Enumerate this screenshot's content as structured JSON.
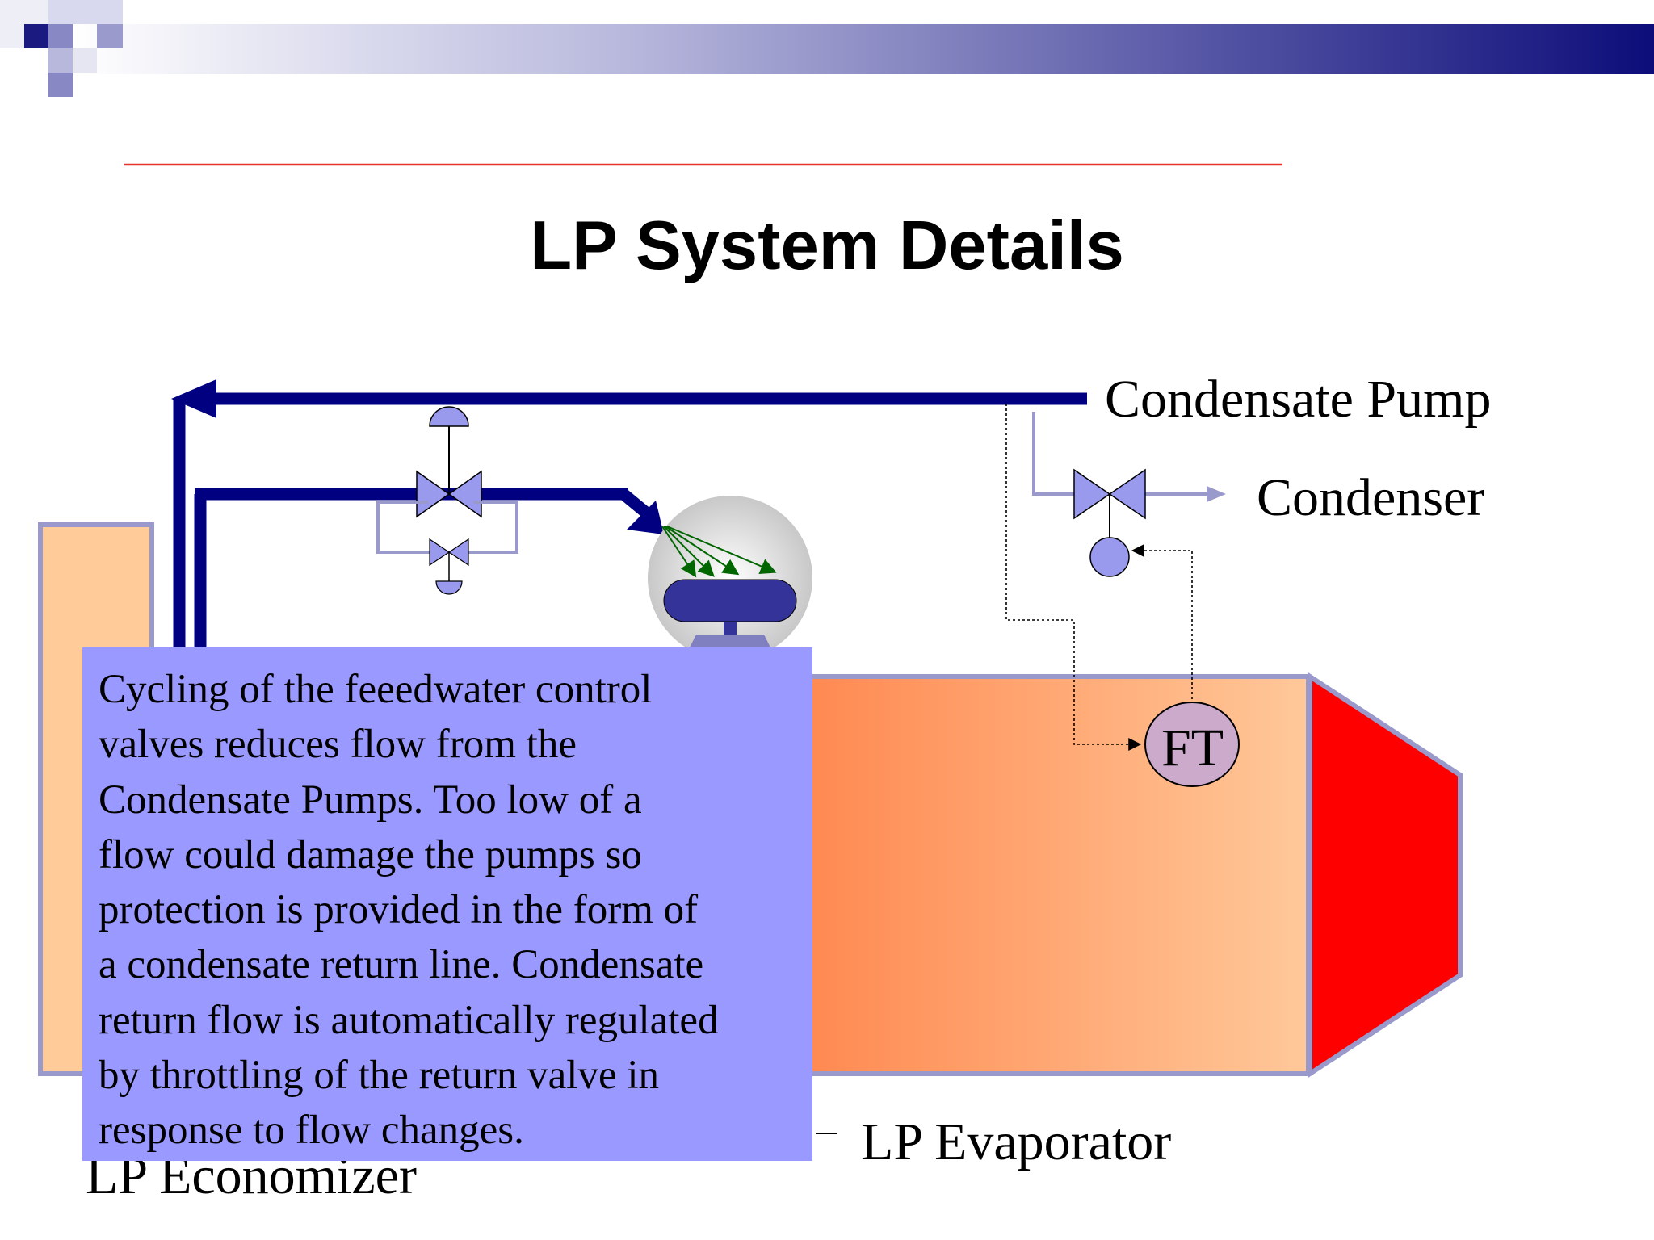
{
  "slide": {
    "title": "LP System Details",
    "colors": {
      "header_dark": "#0d0d7a",
      "rule_red": "#e8332a",
      "pipe_navy": "#000080",
      "instrument_blue": "#9999ee",
      "callout_fill": "#9999ff",
      "evaporator_gradient": [
        "#ff8a55",
        "#ffc799"
      ],
      "economizer_fill": "#ffcc99",
      "hot_section": "#ff0000",
      "flow_transmitter": "#ccaacc"
    }
  },
  "diagram": {
    "labels": {
      "condensate_pump": "Condensate Pump",
      "condenser": "Condenser",
      "flow_transmitter": "FT",
      "lp_evaporator": "LP Evaporator",
      "lp_economizer": "LP Economizer"
    }
  },
  "callout": {
    "lines": [
      "Cycling of the feeedwater control",
      "valves reduces flow from the",
      "Condensate Pumps. Too low of a",
      "flow could damage the pumps so",
      "protection is provided in the form of",
      "a condensate return line.  Condensate",
      "return flow is automatically regulated",
      "by throttling of the return valve in",
      "response to flow changes."
    ]
  }
}
